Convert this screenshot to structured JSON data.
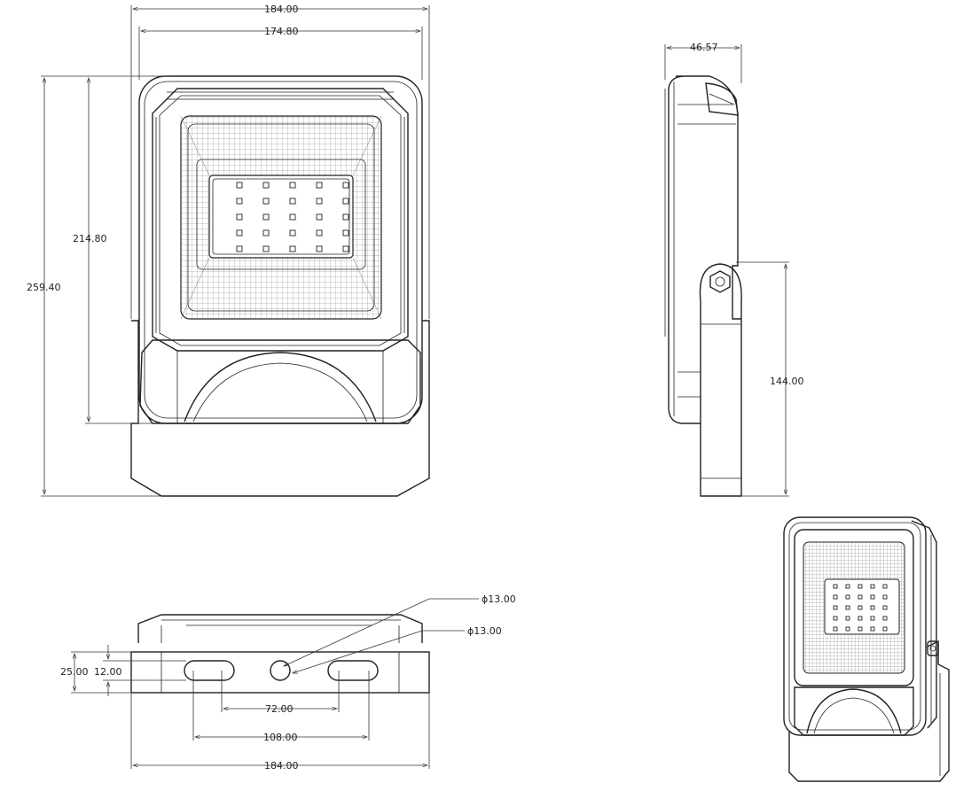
{
  "front_view": {
    "overall_width": "184.00",
    "inner_width": "174.80",
    "body_height": "214.80",
    "overall_height": "259.40"
  },
  "side_view": {
    "depth": "46.57",
    "bracket_height": "144.00"
  },
  "bottom_view": {
    "hole_dia_1": "ϕ13.00",
    "hole_dia_2": "ϕ13.00",
    "bracket_height": "25.00",
    "slot_height": "12.00",
    "slot_spacing_inner": "72.00",
    "slot_spacing_outer": "108.00",
    "overall_width": "184.00"
  }
}
